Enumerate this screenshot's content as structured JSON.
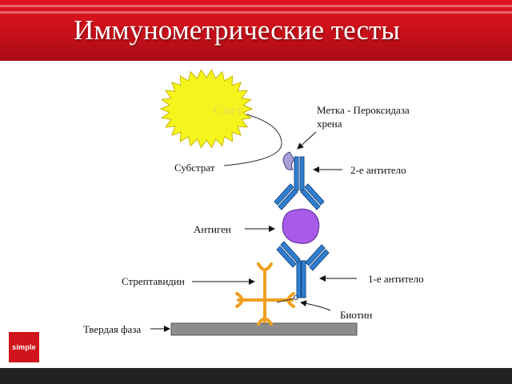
{
  "title": "Иммунометрические тесты",
  "brand_logo": "simple",
  "diagram": {
    "light": "Свет",
    "label_hrp": "Метка - Пероксидаза хрена",
    "label_hrp_line1": "Метка - Пероксидаза",
    "label_hrp_line2": "хрена",
    "label_substrate": "Субстрат",
    "label_second_antibody": "2-е антитело",
    "label_antigen": "Антиген",
    "label_streptavidin": "Стрептавидин",
    "label_first_antibody": "1-е антитело",
    "label_biotin": "Биотин",
    "label_solid_phase": "Твердая фаза"
  },
  "colors": {
    "title_bar": "#c8101a",
    "antibody": "#2f7fd0",
    "antigen": "#a85ae8",
    "streptavidin": "#f0a020",
    "solid_phase": "#8c8c8c",
    "light_burst": "#f5f51e",
    "substrate": "#a9a0d8"
  }
}
